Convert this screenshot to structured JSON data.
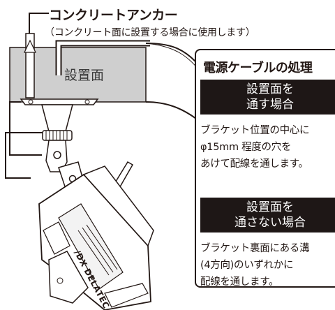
{
  "anchor": {
    "title": "コンクリートアンカー",
    "note": "（コンクリート面に設置する場合に使用します）"
  },
  "surface_label": "設置面",
  "brand_label": "/DX DELATEC",
  "cable_panel": {
    "title": "電源ケーブルの処理",
    "through_heading": "設置面を\n通す場合",
    "through_text": "ブラケット位置の中心に\nφ15mm 程度の穴を\nあけて配線を通します。",
    "not_through_heading": "設置面を\n通さない場合",
    "not_through_text": "ブラケット裏面にある溝\n(4方向)のいずれかに\n配線を通します。"
  },
  "colors": {
    "ink": "#231815",
    "banner": "#1e1716",
    "surface": "#cfcfcf"
  }
}
